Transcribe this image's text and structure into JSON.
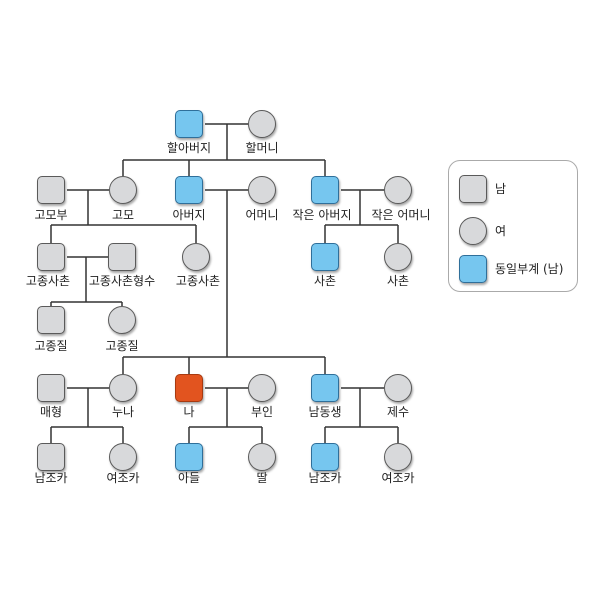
{
  "people": {
    "grandfather": "할아버지",
    "grandmother": "할머니",
    "aunt_husband": "고모부",
    "aunt": "고모",
    "father": "아버지",
    "mother": "어머니",
    "uncle": "작은 아버지",
    "uncle_wife": "작은 어머니",
    "cousin_male": "고종사촌",
    "cousin_male_wife": "고종사촌형수",
    "cousin_female": "고종사촌",
    "cousin_son": "사촌",
    "cousin_daughter": "사촌",
    "cousin_child_male": "고종질",
    "cousin_child_female": "고종질",
    "sister_husband": "매형",
    "sister": "누나",
    "me": "나",
    "wife": "부인",
    "brother": "남동생",
    "brother_wife": "제수",
    "sister_son": "남조카",
    "sister_daughter": "여조카",
    "son": "아들",
    "daughter": "딸",
    "brother_son": "남조카",
    "brother_daughter": "여조카"
  },
  "legend": {
    "male": "남",
    "female": "여",
    "same_lineage_male": "동일부계 (남)"
  },
  "colors": {
    "neutral": "#d8d9db",
    "same_lineage": "#76c6ef",
    "self": "#e2541f"
  }
}
